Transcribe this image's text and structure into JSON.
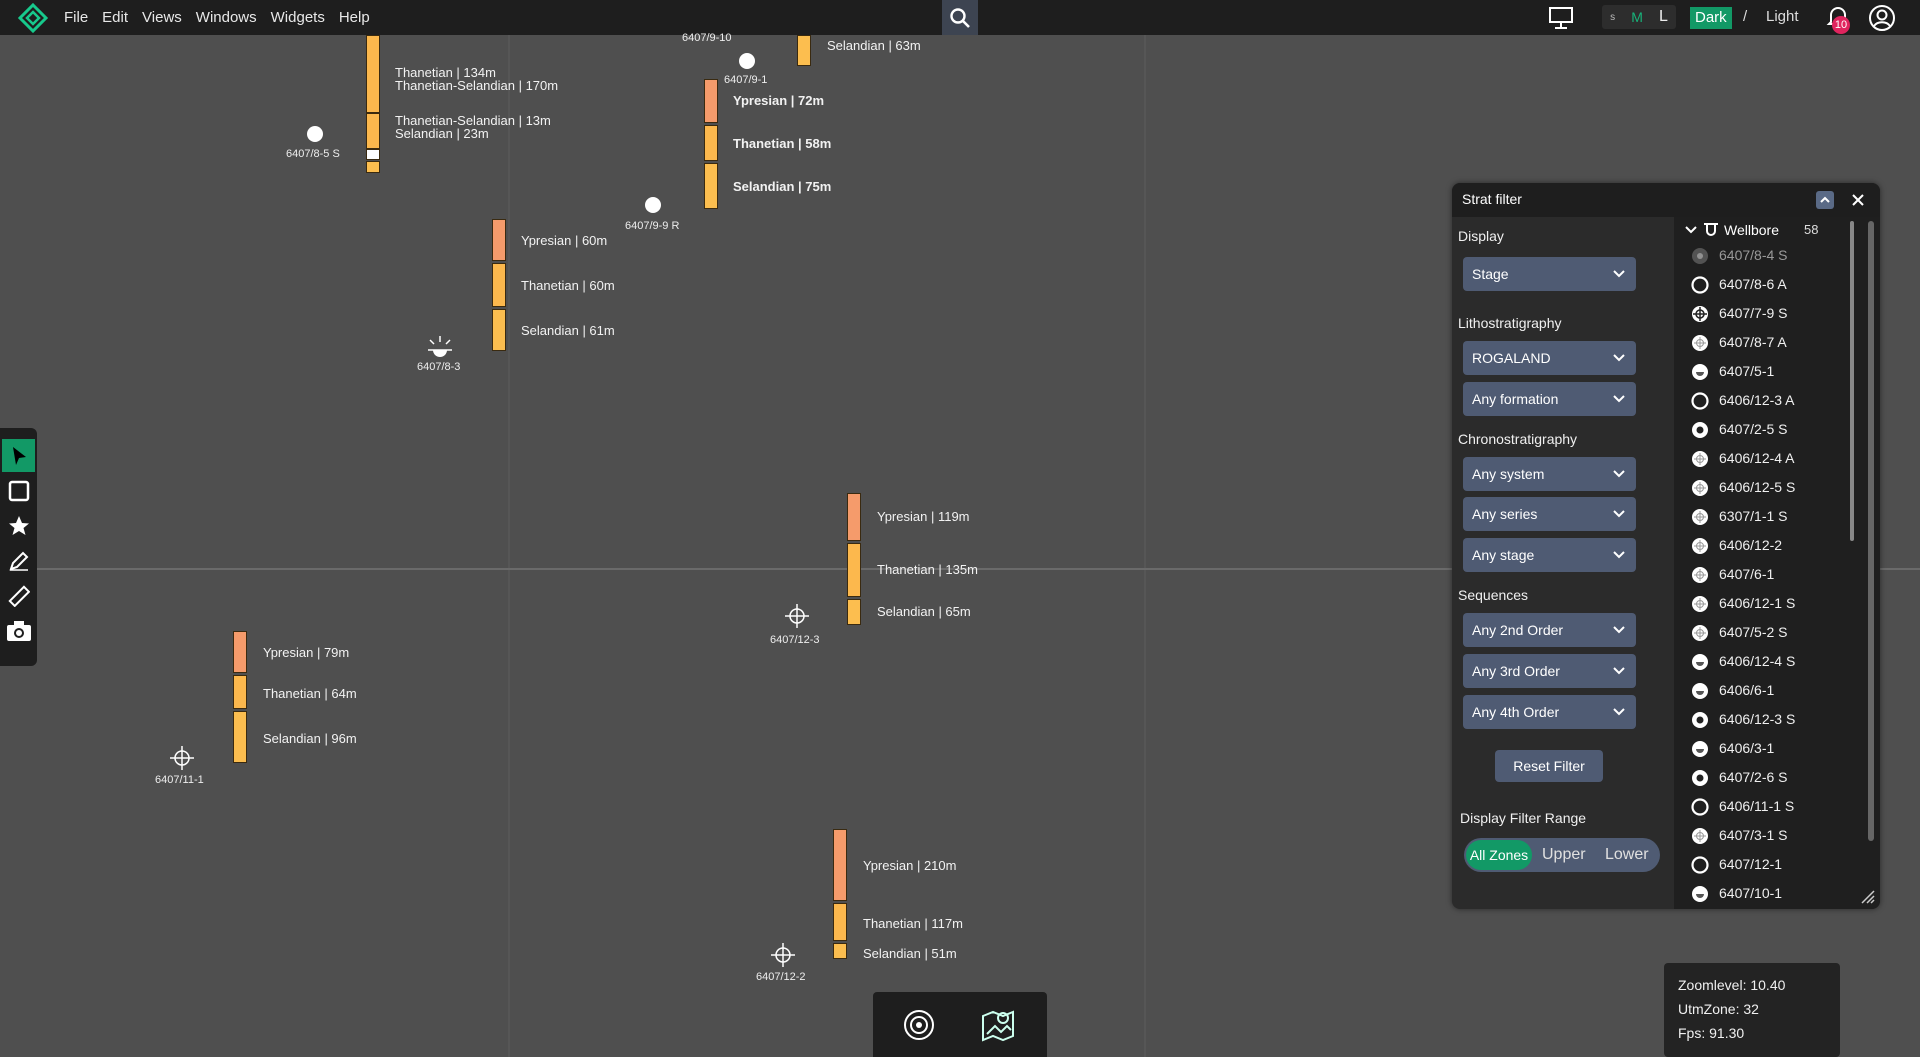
{
  "menu": [
    "File",
    "Edit",
    "Views",
    "Windows",
    "Widgets",
    "Help"
  ],
  "size_toggle": {
    "s": "s",
    "m": "M",
    "l": "L"
  },
  "theme": {
    "dark": "Dark",
    "slash": "/",
    "light": "Light"
  },
  "notifications": {
    "count": "10"
  },
  "colors": {
    "accent": "#129966",
    "ypresian": "#f59b6b",
    "thanetian": "#fcb84d",
    "selandian": "#fcbe4f",
    "panel": "#2b2b2b",
    "dropdown": "#4f5b73"
  },
  "map": {
    "wells": [
      {
        "id": "w1",
        "label": "6407/8-5 S"
      },
      {
        "id": "w2",
        "label": "6407/9-10"
      },
      {
        "id": "w3",
        "label": "6407/9-1"
      },
      {
        "id": "w4",
        "label": "6407/9-9 R"
      },
      {
        "id": "w5",
        "label": "6407/8-3"
      },
      {
        "id": "w6",
        "label": "6407/12-3"
      },
      {
        "id": "w7",
        "label": "6407/11-1"
      },
      {
        "id": "w8",
        "label": "6407/12-2"
      }
    ],
    "zones": [
      {
        "id": "z1",
        "label": "Thanetian | 134m"
      },
      {
        "id": "z2",
        "label": "Thanetian-Selandian | 170m"
      },
      {
        "id": "z3",
        "label": "Thanetian-Selandian | 13m"
      },
      {
        "id": "z4",
        "label": "Selandian | 23m"
      },
      {
        "id": "z5",
        "label": "Selandian | 63m"
      },
      {
        "id": "z6",
        "label": "Ypresian | 72m"
      },
      {
        "id": "z7",
        "label": "Thanetian | 58m"
      },
      {
        "id": "z8",
        "label": "Selandian | 75m"
      },
      {
        "id": "z9",
        "label": "Ypresian | 60m"
      },
      {
        "id": "z10",
        "label": "Thanetian | 60m"
      },
      {
        "id": "z11",
        "label": "Selandian | 61m"
      },
      {
        "id": "z12",
        "label": "Ypresian | 119m"
      },
      {
        "id": "z13",
        "label": "Thanetian | 135m"
      },
      {
        "id": "z14",
        "label": "Selandian | 65m"
      },
      {
        "id": "z15",
        "label": "Ypresian | 79m"
      },
      {
        "id": "z16",
        "label": "Thanetian | 64m"
      },
      {
        "id": "z17",
        "label": "Selandian | 96m"
      },
      {
        "id": "z18",
        "label": "Ypresian | 210m"
      },
      {
        "id": "z19",
        "label": "Thanetian | 117m"
      },
      {
        "id": "z20",
        "label": "Selandian | 51m"
      }
    ]
  },
  "strat_filter": {
    "title": "Strat filter",
    "display_label": "Display",
    "display_value": "Stage",
    "litho_label": "Lithostratigraphy",
    "litho_group": "ROGALAND",
    "litho_formation": "Any formation",
    "chrono_label": "Chronostratigraphy",
    "chrono_system": "Any system",
    "chrono_series": "Any series",
    "chrono_stage": "Any stage",
    "seq_label": "Sequences",
    "seq_2nd": "Any 2nd Order",
    "seq_3rd": "Any 3rd Order",
    "seq_4th": "Any 4th Order",
    "reset": "Reset Filter",
    "range_label": "Display Filter Range",
    "range_all": "All Zones",
    "range_upper": "Upper",
    "range_lower": "Lower",
    "wellbore_header": "Wellbore",
    "wellbore_count": "58",
    "wellbores": [
      {
        "name": "6407/8-4 S",
        "icon": "dry-icon"
      },
      {
        "name": "6407/8-6 A",
        "icon": "open-circle-icon"
      },
      {
        "name": "6407/7-9 S",
        "icon": "cross-circle-icon"
      },
      {
        "name": "6407/8-7 A",
        "icon": "crosshair-icon"
      },
      {
        "name": "6407/5-1",
        "icon": "gas-icon"
      },
      {
        "name": "6406/12-3 A",
        "icon": "open-circle-icon"
      },
      {
        "name": "6407/2-5 S",
        "icon": "oil-icon"
      },
      {
        "name": "6406/12-4 A",
        "icon": "crosshair-icon"
      },
      {
        "name": "6406/12-5 S",
        "icon": "crosshair-icon"
      },
      {
        "name": "6307/1-1 S",
        "icon": "crosshair-icon"
      },
      {
        "name": "6406/12-2",
        "icon": "crosshair-icon"
      },
      {
        "name": "6407/6-1",
        "icon": "crosshair-icon"
      },
      {
        "name": "6406/12-1 S",
        "icon": "crosshair-icon"
      },
      {
        "name": "6407/5-2 S",
        "icon": "crosshair-icon"
      },
      {
        "name": "6406/12-4 S",
        "icon": "gas-icon"
      },
      {
        "name": "6406/6-1",
        "icon": "gas-icon"
      },
      {
        "name": "6406/12-3 S",
        "icon": "oil-icon"
      },
      {
        "name": "6406/3-1",
        "icon": "gas-icon"
      },
      {
        "name": "6407/2-6 S",
        "icon": "oil-icon"
      },
      {
        "name": "6406/11-1 S",
        "icon": "open-circle-icon"
      },
      {
        "name": "6407/3-1 S",
        "icon": "crosshair-icon"
      },
      {
        "name": "6407/12-1",
        "icon": "open-circle-icon"
      },
      {
        "name": "6407/10-1",
        "icon": "gas-icon"
      }
    ]
  },
  "status": {
    "zoom": "Zoomlevel: 10.40",
    "utm": "UtmZone: 32",
    "fps": "Fps: 91.30"
  }
}
